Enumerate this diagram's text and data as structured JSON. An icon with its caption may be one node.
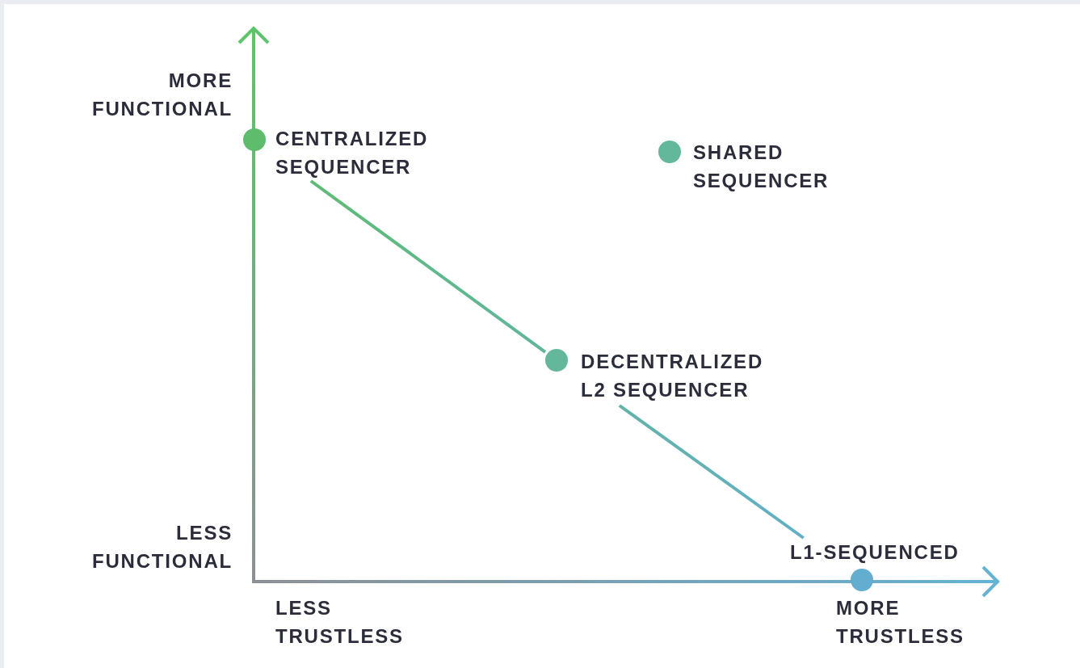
{
  "diagram": {
    "nodes": [
      {
        "text": [
          "CENTRALIZED SEQUENCER"
        ]
      },
      {
        "text": [
          "SHARED SEQUENCER"
        ]
      },
      {
        "text": [
          "DECENTRALIZED L2 SEQUENCER"
        ]
      },
      {
        "text": [
          "L1-SEQUENCED"
        ]
      }
    ],
    "edges": [
      {
        "from": 0,
        "to": 2,
        "arrow": "none"
      },
      {
        "from": 2,
        "to": 3,
        "arrow": "none"
      }
    ],
    "labels": [
      "MORE FUNCTIONAL",
      "LESS FUNCTIONAL",
      "LESS TRUSTLESS",
      "MORE TRUSTLESS"
    ]
  }
}
